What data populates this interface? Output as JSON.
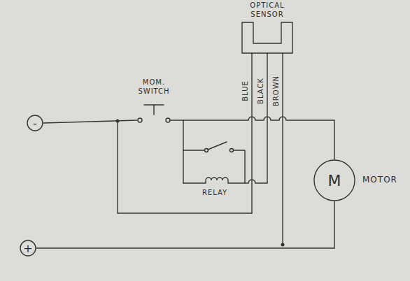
{
  "diagram": {
    "nodes": [
      {
        "text": [
          "-"
        ]
      },
      {
        "text": [
          "+"
        ]
      },
      {
        "text": [
          "M",
          "MOTOR"
        ]
      }
    ],
    "edges": [
      {
        "from": 1,
        "to": 2,
        "arrow": "none"
      }
    ],
    "labels": [
      "OPTICAL SENSOR",
      "MOM. SWITCH",
      "BLUE",
      "BLACK",
      "BROWN",
      "RELAY"
    ]
  }
}
